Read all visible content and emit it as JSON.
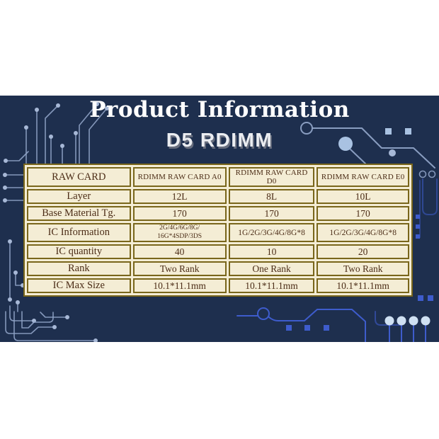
{
  "slide": {
    "title": "Product Information",
    "subtitle": "D5 RDIMM"
  },
  "table": {
    "header": {
      "label": "RAW CARD",
      "columns": [
        "RDIMM RAW CARD A0",
        "RDIMM RAW CARD D0",
        "RDIMM RAW CARD E0"
      ]
    },
    "rows": [
      {
        "label": "Layer",
        "values": [
          "12L",
          "8L",
          "10L"
        ]
      },
      {
        "label": "Base Material Tg.",
        "values": [
          "170",
          "170",
          "170"
        ]
      },
      {
        "label": "IC Information",
        "values": [
          "2G/4G/6G/8G/\n16G*4SDP/3DS",
          "1G/2G/3G/4G/8G*8",
          "1G/2G/3G/4G/8G*8"
        ]
      },
      {
        "label": "IC quantity",
        "values": [
          "40",
          "10",
          "20"
        ]
      },
      {
        "label": "Rank",
        "values": [
          "Two Rank",
          "One Rank",
          "Two Rank"
        ]
      },
      {
        "label": "IC Max Size",
        "values": [
          "10.1*11.1mm",
          "10.1*11.1mm",
          "10.1*11.1mm"
        ]
      }
    ]
  },
  "colors": {
    "slide_background": "#1e2f4e",
    "table_cell": "#f4edd5",
    "table_border": "#79661b",
    "table_text": "#4b2c16",
    "title_text": "#ffffff",
    "subtitle_text": "#ebedf1",
    "subtitle_shadow": "#676d7d",
    "trace_muted": "#8fa3c6",
    "trace_bright": "#3e5ccc",
    "accent_light": "#cfe0f2",
    "accent_mid": "#a9c2e2"
  }
}
